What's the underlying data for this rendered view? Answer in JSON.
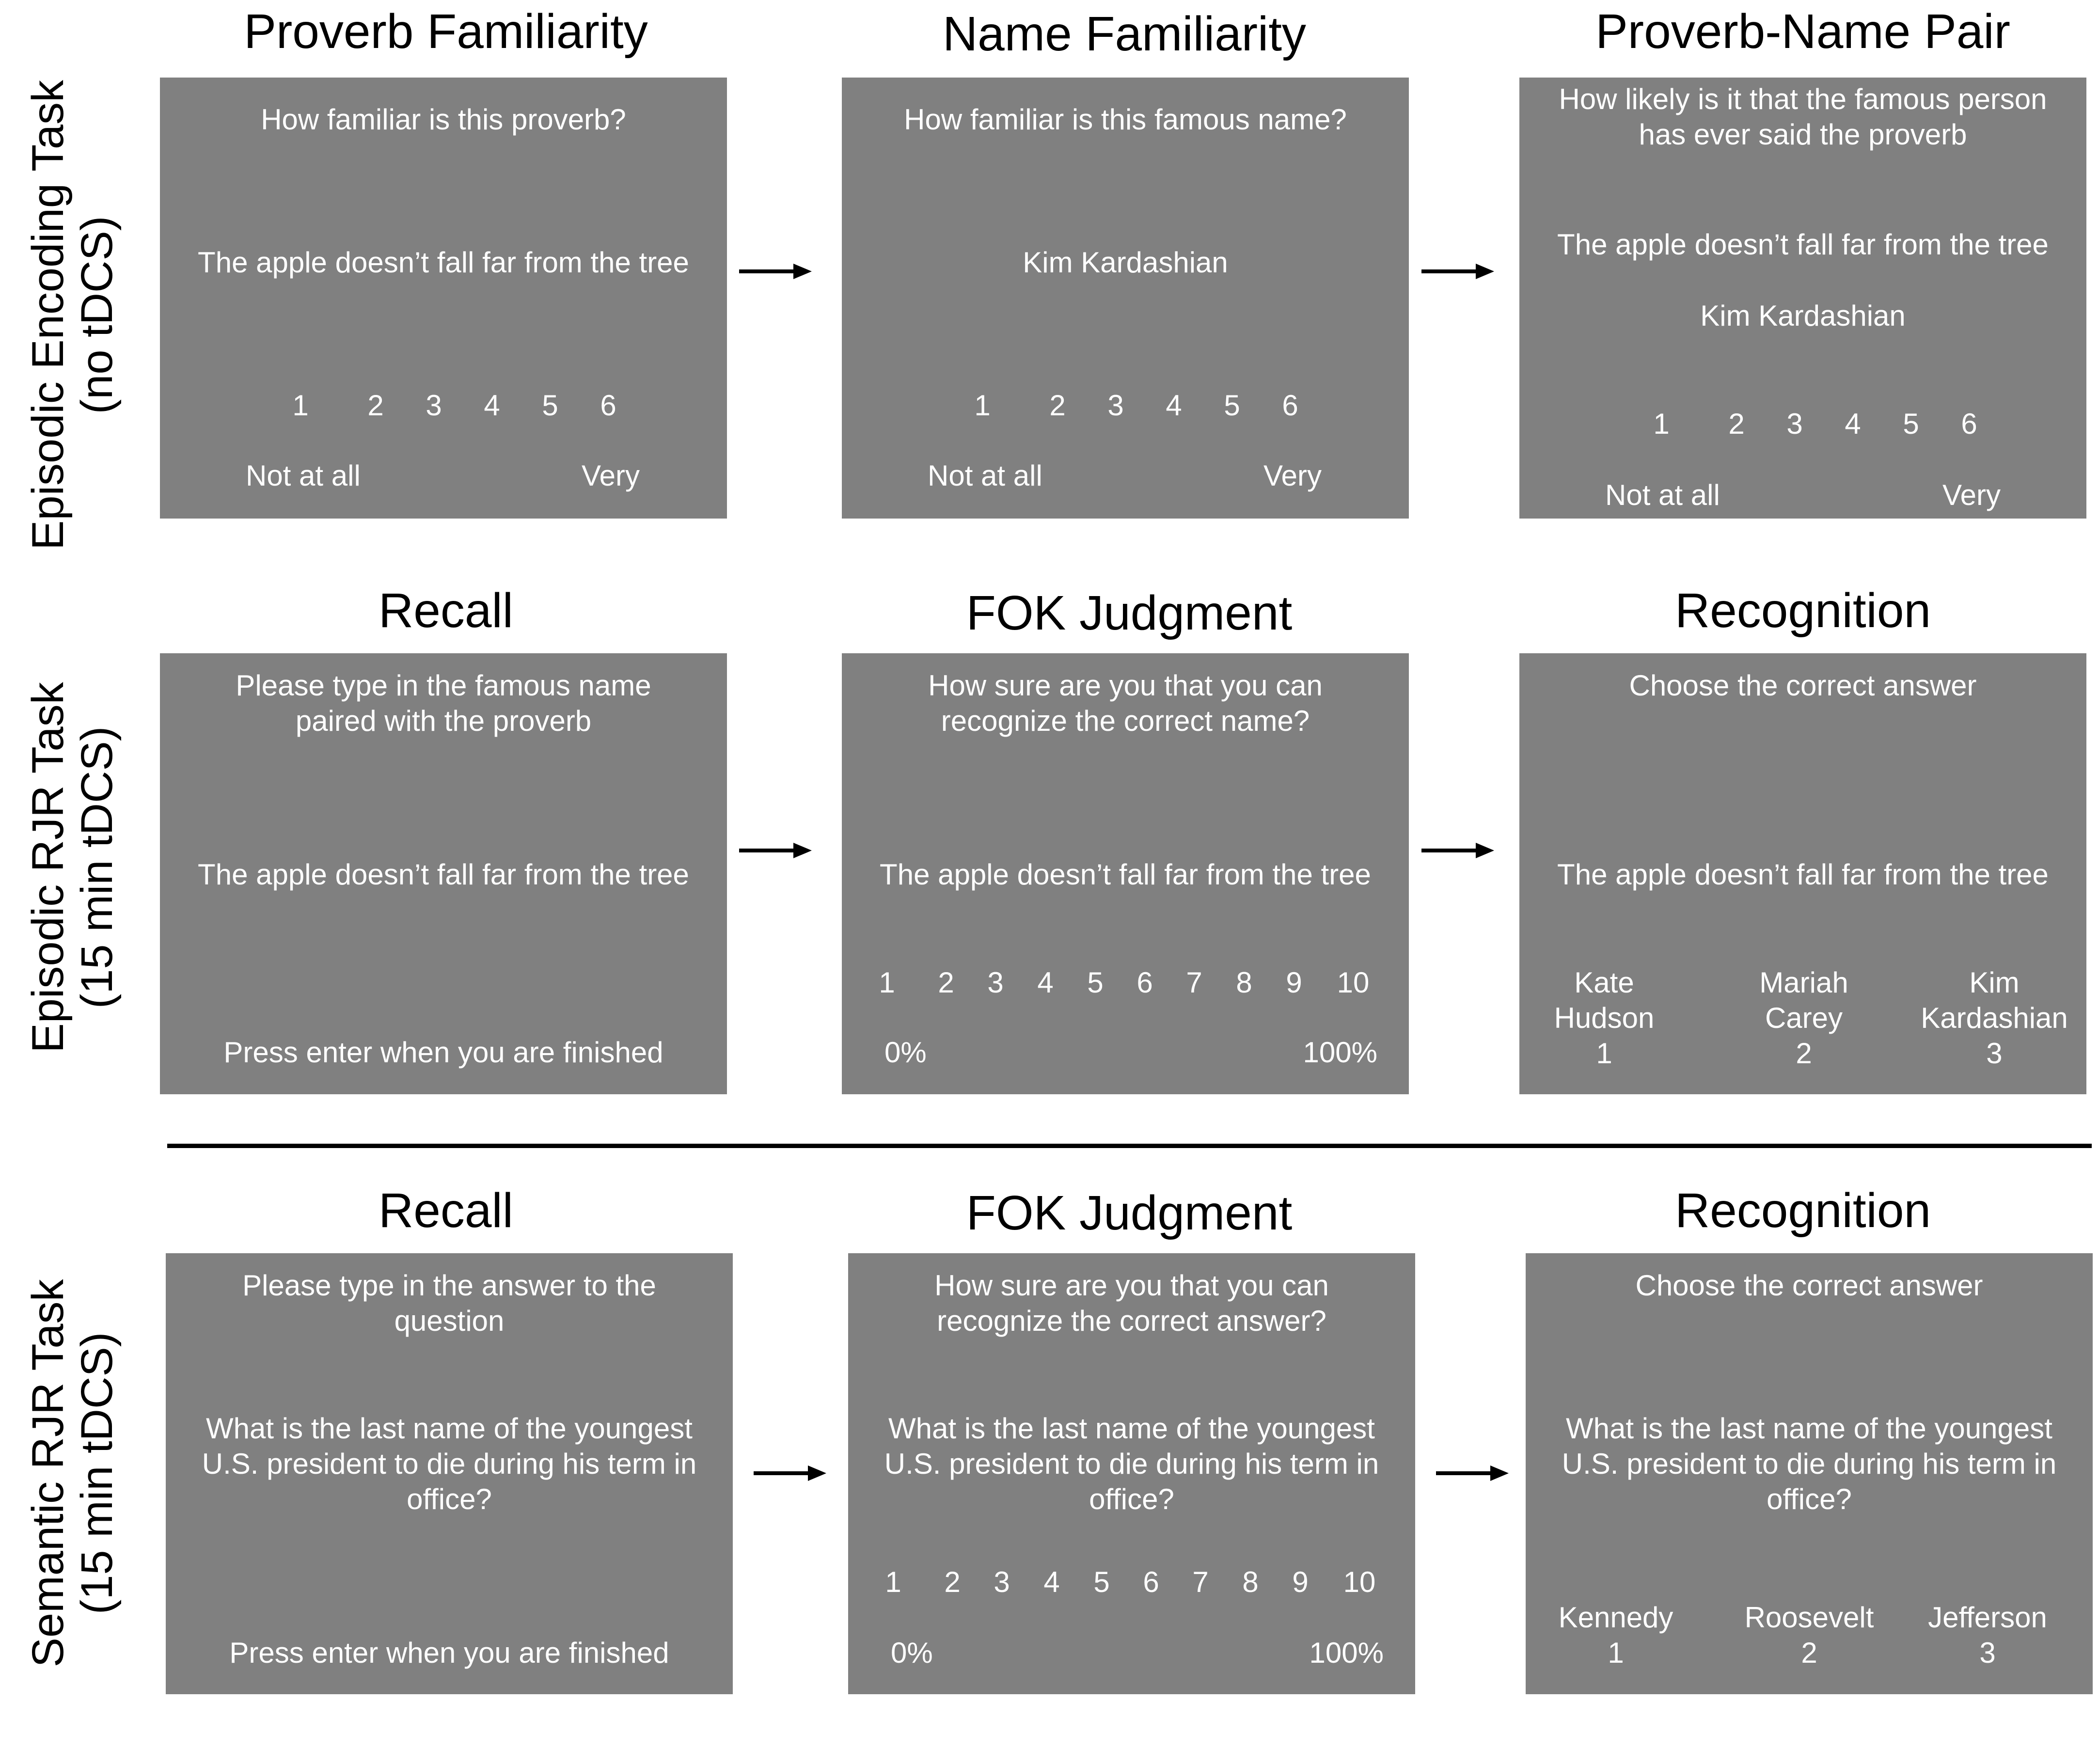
{
  "rows": [
    {
      "label_1": "Episodic  Encoding Task",
      "label_2": "(no tDCS)"
    },
    {
      "label_1": "Episodic  RJR Task",
      "label_2": "(15 min tDCS)"
    },
    {
      "label_1": "Semantic  RJR Task",
      "label_2": "(15 min tDCS)"
    }
  ],
  "encoding": {
    "titles": [
      "Proverb Familiarity",
      "Name Familiarity",
      "Proverb-Name Pair"
    ],
    "p1": {
      "question": "How familiar is this proverb?",
      "stimulus": "The apple doesn’t fall far from the tree"
    },
    "p2": {
      "question": "How familiar is this famous name?",
      "stimulus": "Kim Kardashian"
    },
    "p3": {
      "question_line1": "How likely is it that the famous person",
      "question_line2": "has ever said the proverb",
      "stimulus": "The apple doesn’t fall far from the tree",
      "name": "Kim Kardashian"
    },
    "scale": [
      "1",
      "2",
      "3",
      "4",
      "5",
      "6"
    ],
    "anchor_low": "Not at all",
    "anchor_high": "Very"
  },
  "episodic_rjr": {
    "titles": [
      "Recall",
      "FOK Judgment",
      "Recognition"
    ],
    "recall": {
      "line1": "Please type in the famous name",
      "line2": "paired with the proverb",
      "stimulus": "The apple doesn’t fall far from the tree",
      "footer": "Press enter when you are finished"
    },
    "fok": {
      "line1": "How sure are you that you can",
      "line2": "recognize the correct name?",
      "stimulus": "The apple doesn’t fall far from the tree"
    },
    "recognition": {
      "question": "Choose the correct answer",
      "stimulus": "The apple doesn’t fall far from the tree",
      "choices": [
        {
          "line1": "Kate",
          "line2": "Hudson",
          "num": "1"
        },
        {
          "line1": "Mariah",
          "line2": "Carey",
          "num": "2"
        },
        {
          "line1": "Kim",
          "line2": "Kardashian",
          "num": "3"
        }
      ]
    }
  },
  "semantic_rjr": {
    "titles": [
      "Recall",
      "FOK Judgment",
      "Recognition"
    ],
    "recall": {
      "line1": "Please type in the answer to the",
      "line2": "question",
      "footer": "Press enter when you are finished"
    },
    "fok": {
      "line1": "How sure are you that you can",
      "line2": "recognize the correct answer?"
    },
    "recognition": {
      "question": "Choose the correct answer",
      "choices": [
        {
          "line1": "Kennedy",
          "num": "1"
        },
        {
          "line1": "Roosevelt",
          "num": "2"
        },
        {
          "line1": "Jefferson",
          "num": "3"
        }
      ]
    },
    "question_line1": "What is the last name of the youngest",
    "question_line2": "U.S. president to die during his term in",
    "question_line3": "office?"
  },
  "fok_scale": [
    "1",
    "2",
    "3",
    "4",
    "5",
    "6",
    "7",
    "8",
    "9",
    "10"
  ],
  "fok_low": "0%",
  "fok_high": "100%"
}
